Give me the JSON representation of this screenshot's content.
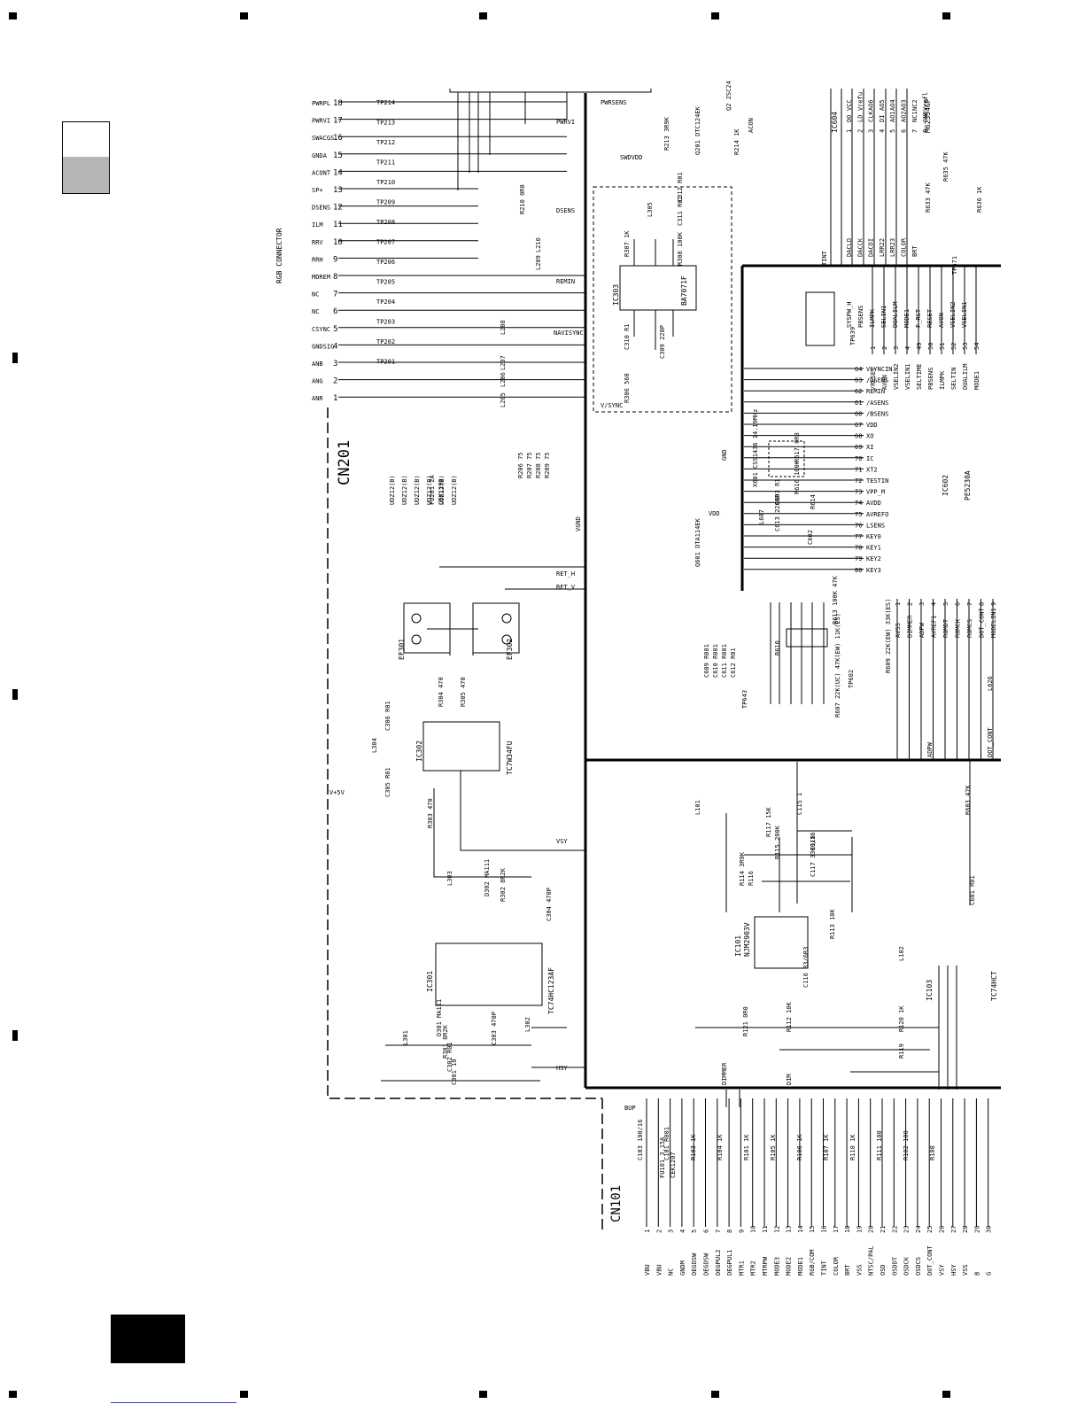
{
  "connector_cn201": {
    "ref": "CN201",
    "title": "RGB CONNECTOR",
    "pins": [
      {
        "num": "18",
        "name": "PWRPL"
      },
      {
        "num": "17",
        "name": "PWRVI"
      },
      {
        "num": "16",
        "name": "SWACGS"
      },
      {
        "num": "15",
        "name": "GNDA"
      },
      {
        "num": "14",
        "name": "ACONT"
      },
      {
        "num": "13",
        "name": "SP+"
      },
      {
        "num": "12",
        "name": "DSENS"
      },
      {
        "num": "11",
        "name": "ILM"
      },
      {
        "num": "10",
        "name": "RRV"
      },
      {
        "num": "9",
        "name": "RRH"
      },
      {
        "num": "8",
        "name": "MDREM"
      },
      {
        "num": "7",
        "name": "NC"
      },
      {
        "num": "6",
        "name": "NC"
      },
      {
        "num": "5",
        "name": "CSYNC"
      },
      {
        "num": "4",
        "name": "GNDSIG"
      },
      {
        "num": "3",
        "name": "ANB"
      },
      {
        "num": "2",
        "name": "ANG"
      },
      {
        "num": "1",
        "name": "ANR"
      }
    ],
    "testpoints": [
      "TP214",
      "TP213",
      "TP212",
      "TP211",
      "TP210",
      "TP209",
      "TP208",
      "TP207",
      "TP206",
      "TP205",
      "TP204",
      "TP203",
      "TP202",
      "TP201"
    ]
  },
  "connector_cn101": {
    "ref": "CN101",
    "pins": [
      {
        "num": "1",
        "name": "VBU"
      },
      {
        "num": "2",
        "name": "VBU"
      },
      {
        "num": "3",
        "name": "NC"
      },
      {
        "num": "4",
        "name": "GNDM"
      },
      {
        "num": "5",
        "name": "DEGDSW"
      },
      {
        "num": "6",
        "name": "DEGDSW"
      },
      {
        "num": "7",
        "name": "DEGPUL2"
      },
      {
        "num": "8",
        "name": "DEGPUL1"
      },
      {
        "num": "9",
        "name": "MTR1"
      },
      {
        "num": "10",
        "name": "MTR2"
      },
      {
        "num": "11",
        "name": "MTRPW"
      },
      {
        "num": "12",
        "name": "MODE3"
      },
      {
        "num": "13",
        "name": "MODE2"
      },
      {
        "num": "14",
        "name": "MODE1"
      },
      {
        "num": "15",
        "name": "RGB/COM"
      },
      {
        "num": "16",
        "name": "TINT"
      },
      {
        "num": "17",
        "name": "COLOR"
      },
      {
        "num": "18",
        "name": "BRT"
      },
      {
        "num": "19",
        "name": "VSS"
      },
      {
        "num": "20",
        "name": "NTSC/PAL"
      },
      {
        "num": "21",
        "name": "OSD"
      },
      {
        "num": "22",
        "name": "OSDDT"
      },
      {
        "num": "23",
        "name": "OSDCK"
      },
      {
        "num": "24",
        "name": "OSDCS"
      },
      {
        "num": "25",
        "name": "DOT_CONT"
      },
      {
        "num": "26",
        "name": "VSY"
      },
      {
        "num": "27",
        "name": "HSY"
      },
      {
        "num": "28",
        "name": "VSS"
      },
      {
        "num": "29",
        "name": "B"
      },
      {
        "num": "30",
        "name": "G"
      }
    ],
    "fuse": {
      "ref": "FU101",
      "rating": "3.15A",
      "part": "CEK1207"
    }
  },
  "ics": [
    {
      "ref": "IC303",
      "part": "BA7071F"
    },
    {
      "ref": "IC302",
      "part": "TC7W34FU"
    },
    {
      "ref": "IC301",
      "part": "TC74HC123AF"
    },
    {
      "ref": "IC101",
      "part": "NJM2903V"
    },
    {
      "ref": "IC602",
      "part": "PE5230A"
    },
    {
      "ref": "IC604",
      "part": "M62354GP"
    },
    {
      "ref": "IC103",
      "part": "TC74HCT"
    }
  ],
  "filters": [
    {
      "ref": "EF301"
    },
    {
      "ref": "EF302"
    }
  ],
  "components": {
    "r210": "R210 0R0",
    "r306": "R306 560",
    "r307": "R307 1K",
    "r308": "R308 100K",
    "c309": "C309 220P",
    "c310": "C310 R1",
    "c311": "C311 R01",
    "c312": "C312 R01",
    "l305": "L305",
    "l210": "L210",
    "l209": "L209",
    "l208": "L208",
    "l207": "L207",
    "l206": "L206",
    "l205": "L205",
    "r304": "R304 470",
    "r305": "R305 470",
    "r303": "R303 470",
    "c305": "C305 R01",
    "c306": "C306 R01",
    "l304": "L304",
    "l303": "L303",
    "r302": "R302 8R2K",
    "c304": "C304 470P",
    "d302": "D302 MA111",
    "d301": "D301 MA111",
    "l301": "L301",
    "l302": "L302",
    "r301": "R301 8R2K",
    "c301": "C301 10",
    "c303": "C303 470P",
    "c302": "C302 R01",
    "x601": "X601 CSS1436 14.19MHz",
    "r617": "R617 0R0",
    "r616": "R616 100K",
    "c601": "C601 R01",
    "r603": "R603 47K",
    "r112": "R112 10K",
    "r113": "R113 10K",
    "r114": "R114 3R9K",
    "r115": "R115 200K",
    "r116": "R116",
    "r117": "R117 15K",
    "c117": "C117 3300/16",
    "c118": "C118",
    "c115": "C115 1",
    "c116": "C116 33/6R3",
    "r121": "R121 0R0",
    "r119": "R119",
    "r120": "R120 1K",
    "l101": "L101",
    "l102": "L102",
    "q601": "Q601 DTA114EK",
    "q201": "Q201 DTC124EK",
    "q2": "Q2 2SC24",
    "r213": "R213 3R9K",
    "r214": "R214 1K",
    "r633": "R633 47K",
    "r636": "R636 1K",
    "r635": "R635 47K",
    "tp671": "TP671",
    "tp639": "TP639",
    "tp643": "TP643",
    "tp602": "TP602",
    "r607": "R607 22K(UC) 47K(EW) 11K(ES)",
    "r609": "R609 22K(EW) 33K(ES)",
    "r613": "R613 100K 47K",
    "r610": "R610",
    "l626": "L626",
    "c609": "C609 R001",
    "c610": "C610 R001",
    "c611": "C611 R001",
    "c612": "C612 R01",
    "c602": "C602",
    "c603": "C603 R1",
    "c613": "C613 2200P",
    "l607": "L607",
    "r614": "R614"
  },
  "diodes_vert": [
    "UDZ12(B)",
    "UDZ12(B)",
    "UDZ12(B)",
    "UDZ12(B)",
    "UDZ12(B)",
    "UDZ12(B)"
  ],
  "fu201": {
    "ref": "FU201",
    "rating": "2A",
    "part": "CEK1190"
  },
  "resistors_75": [
    "R206 75",
    "R207 75",
    "R208 75",
    "R209 75"
  ],
  "nets": {
    "vsync": "V/SYNC",
    "dsens": "DSENS",
    "acon": "ACON",
    "swdvdd": "SWDVDD",
    "pwrvi": "PWRVI",
    "pwrsens": "PWRSENS",
    "ret_v": "RET_V",
    "ret_h": "RET_H",
    "remin": "REMIN",
    "navisync": "NAVISYNC",
    "vsy": "VSY",
    "hsy": "HSY",
    "vgnd": "VGND",
    "plus5v": "V+5V",
    "vdd": "VDD",
    "bup": "BUP",
    "gnd": "GND",
    "tint": "TINT",
    "dim": "DIM",
    "dimmer": "DIMMER",
    "adpw": "ADPW",
    "dot_cont": "DOT_CONT"
  },
  "ic602_left_pins": [
    {
      "num": "64",
      "name": "VSYNCIN"
    },
    {
      "num": "63",
      "name": "/DSENS"
    },
    {
      "num": "62",
      "name": "REMIN"
    },
    {
      "num": "61",
      "name": "/ASENS"
    },
    {
      "num": "60",
      "name": "/BSENS"
    },
    {
      "num": "67",
      "name": "VDD"
    },
    {
      "num": "68",
      "name": "XO"
    },
    {
      "num": "69",
      "name": "XI"
    },
    {
      "num": "70",
      "name": "IC"
    },
    {
      "num": "71",
      "name": "XT2"
    },
    {
      "num": "72",
      "name": "TESTIN"
    },
    {
      "num": "73",
      "name": "VPP_M"
    },
    {
      "num": "74",
      "name": "AVDD"
    },
    {
      "num": "75",
      "name": "AVREFO"
    },
    {
      "num": "76",
      "name": "LSENS"
    },
    {
      "num": "77",
      "name": "KEY0"
    },
    {
      "num": "78",
      "name": "KEY1"
    },
    {
      "num": "79",
      "name": "KEY2"
    },
    {
      "num": "80",
      "name": "KEY3"
    }
  ],
  "ic602_top_pins": [
    {
      "num": "1",
      "name": "/RESET"
    },
    {
      "num": "2",
      "name": "AVON"
    },
    {
      "num": "3",
      "name": "VSELIN2"
    },
    {
      "num": "4",
      "name": "VSELIN1"
    },
    {
      "num": "49",
      "name": "SELTIME"
    },
    {
      "num": "50",
      "name": "PBSENS"
    },
    {
      "num": "51",
      "name": "ILMPK"
    },
    {
      "num": "52",
      "name": "SELTIN"
    },
    {
      "num": "53",
      "name": "DUALILM"
    },
    {
      "num": "54",
      "name": "MODE1"
    }
  ],
  "ic602_bottom_pins": [
    {
      "num": "1",
      "name": "AVSS"
    },
    {
      "num": "2",
      "name": "DIMMER"
    },
    {
      "num": "3",
      "name": "ADPW"
    },
    {
      "num": "4",
      "name": "AVREF1"
    },
    {
      "num": "5",
      "name": "ROMDT"
    },
    {
      "num": "6",
      "name": "ROMCK"
    },
    {
      "num": "7",
      "name": "ROMCS"
    },
    {
      "num": "8",
      "name": "DOT_CONT"
    },
    {
      "num": "9",
      "name": "MODELIN1"
    }
  ],
  "ic604_pins": [
    {
      "num": "1",
      "name": "DO"
    },
    {
      "num": "2",
      "name": "LD"
    },
    {
      "num": "3",
      "name": "CLK"
    },
    {
      "num": "4",
      "name": "DI"
    },
    {
      "num": "5",
      "name": "AO1"
    },
    {
      "num": "6",
      "name": "AO2"
    },
    {
      "num": "7",
      "name": "NC1"
    },
    {
      "num": "8",
      "name": "GND"
    }
  ],
  "ic604_top_labels": [
    "VCC",
    "Vrefu",
    "AO6",
    "AO5",
    "AO4",
    "AO3",
    "NC2",
    "Vrefl"
  ],
  "ic604_nets": [
    "DACLD",
    "DACCK",
    "DACDI",
    "LRR22",
    "LRR23",
    "COLOR",
    "BRT"
  ],
  "small_block_nets": [
    "SYSPW_H",
    "PBSENS",
    "ILMPK",
    "SELIN1",
    "DUALILM",
    "MODE1",
    "F_RST",
    "RESET",
    "AVON",
    "VSELIN2",
    "VSELIN1"
  ],
  "left_labels": {
    "bup_cap": "C103 100/16",
    "c101": "C101 R001",
    "r103": "R103 1K",
    "r104": "R104 1K",
    "r101": "R101 1K",
    "r105": "R105 1K",
    "r106": "R106 1K",
    "r107": "R107 1K",
    "r110": "R110 1K",
    "r111": "R111 100",
    "r102": "R102 100",
    "r108": "R108"
  }
}
